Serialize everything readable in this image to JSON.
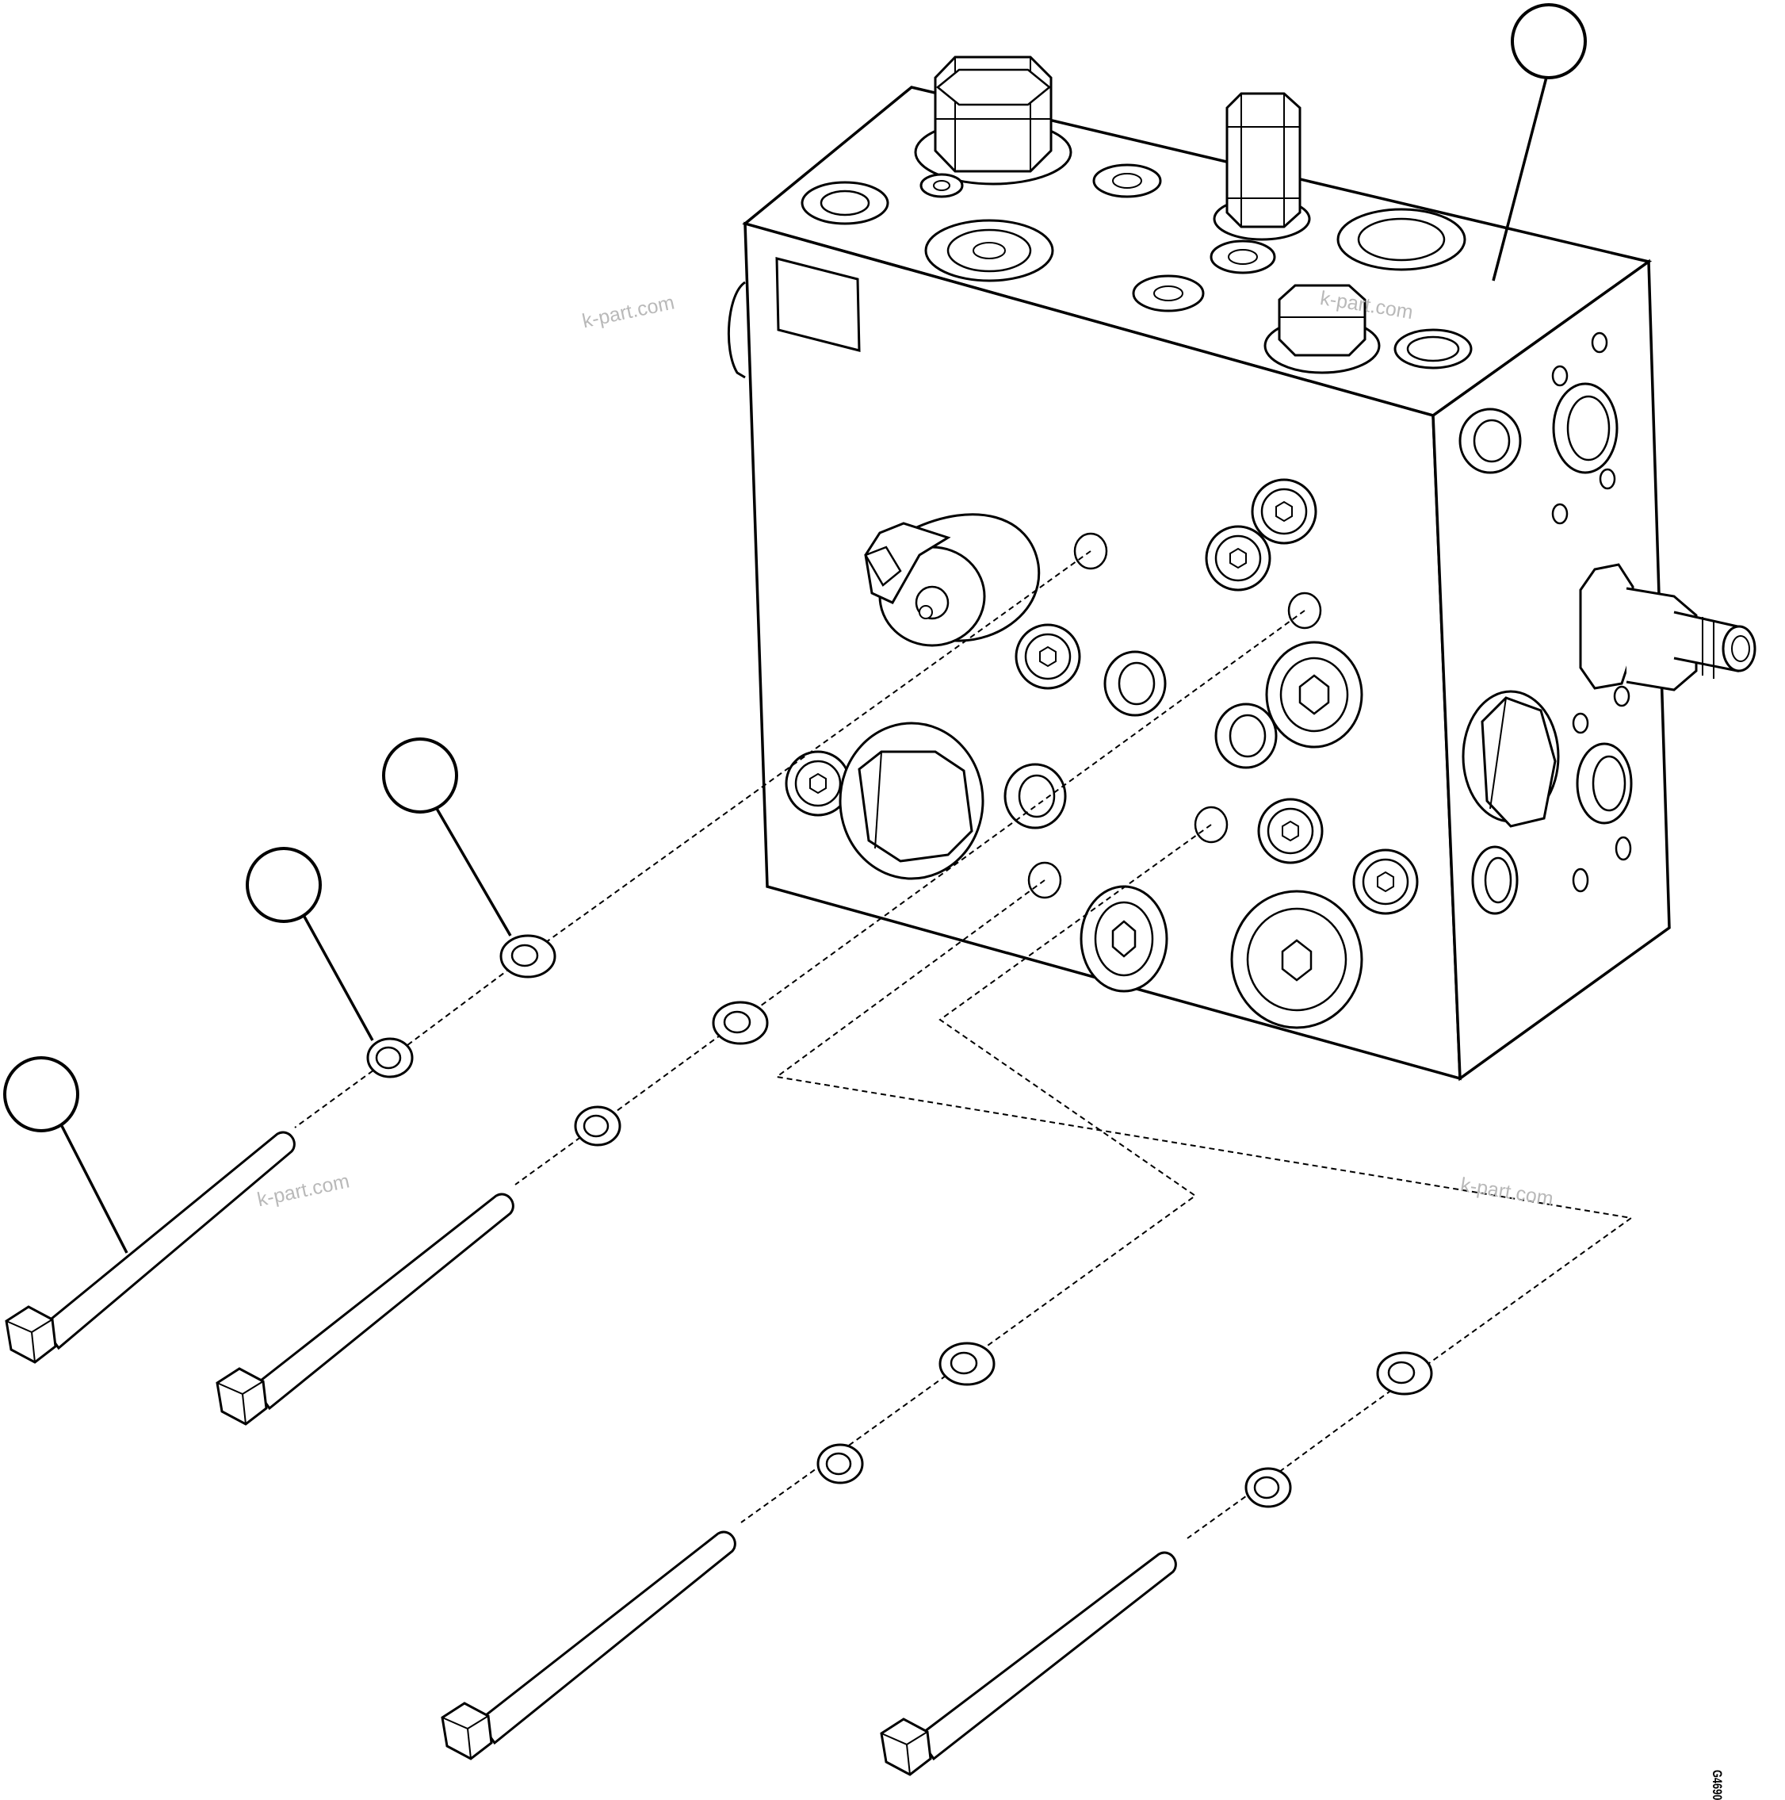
{
  "watermarks": [
    "k-part.com",
    "k-part.com",
    "k-part.com",
    "k-part.com"
  ],
  "drawing_id": "G4690",
  "callouts": [
    "",
    "",
    "",
    ""
  ]
}
